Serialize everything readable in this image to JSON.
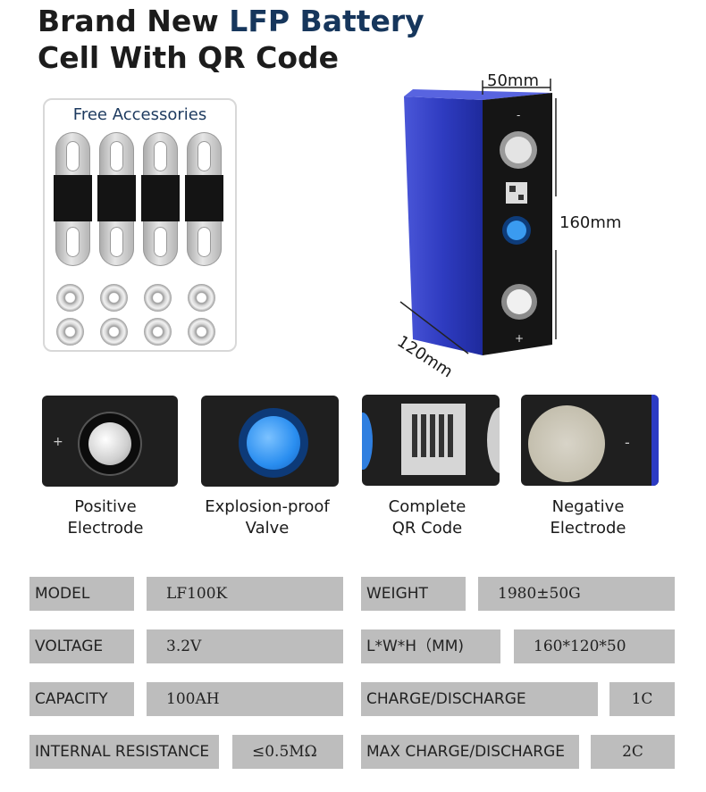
{
  "heading": {
    "line1_plain": "Brand New",
    "line1_accent": "LFP Battery",
    "line2": "Cell With QR Code"
  },
  "accessories": {
    "title": "Free Accessories"
  },
  "battery": {
    "dims": {
      "width": "50mm",
      "height": "160mm",
      "depth": "120mm"
    },
    "terminals": {
      "top": "-",
      "bottom": "+"
    }
  },
  "features": [
    {
      "caption1": "Positive",
      "caption2": "Electrode",
      "mark": "+"
    },
    {
      "caption1": "Explosion-proof",
      "caption2": "Valve"
    },
    {
      "caption1": "Complete",
      "caption2": "QR Code"
    },
    {
      "caption1": "Negative",
      "caption2": "Electrode",
      "mark": "-"
    }
  ],
  "specs": {
    "model_label": "MODEL",
    "model_value": "LF100K",
    "weight_label": "WEIGHT",
    "weight_value": "1980±50G",
    "voltage_label": "VOLTAGE",
    "voltage_value": "3.2V",
    "dims_label": "L*W*H（MM)",
    "dims_value": "160*120*50",
    "capacity_label": "CAPACITY",
    "capacity_value": "100AH",
    "charge_label": "CHARGE/DISCHARGE",
    "charge_value": "1C",
    "resistance_label": "INTERNAL RESISTANCE",
    "resistance_value": "≤0.5MΩ",
    "maxcharge_label": "MAX CHARGE/DISCHARGE",
    "maxcharge_value": "2C"
  },
  "colors": {
    "accent": "#16365c",
    "cell_blue": "#2f3fc2",
    "table_gray": "#bdbdbd"
  }
}
